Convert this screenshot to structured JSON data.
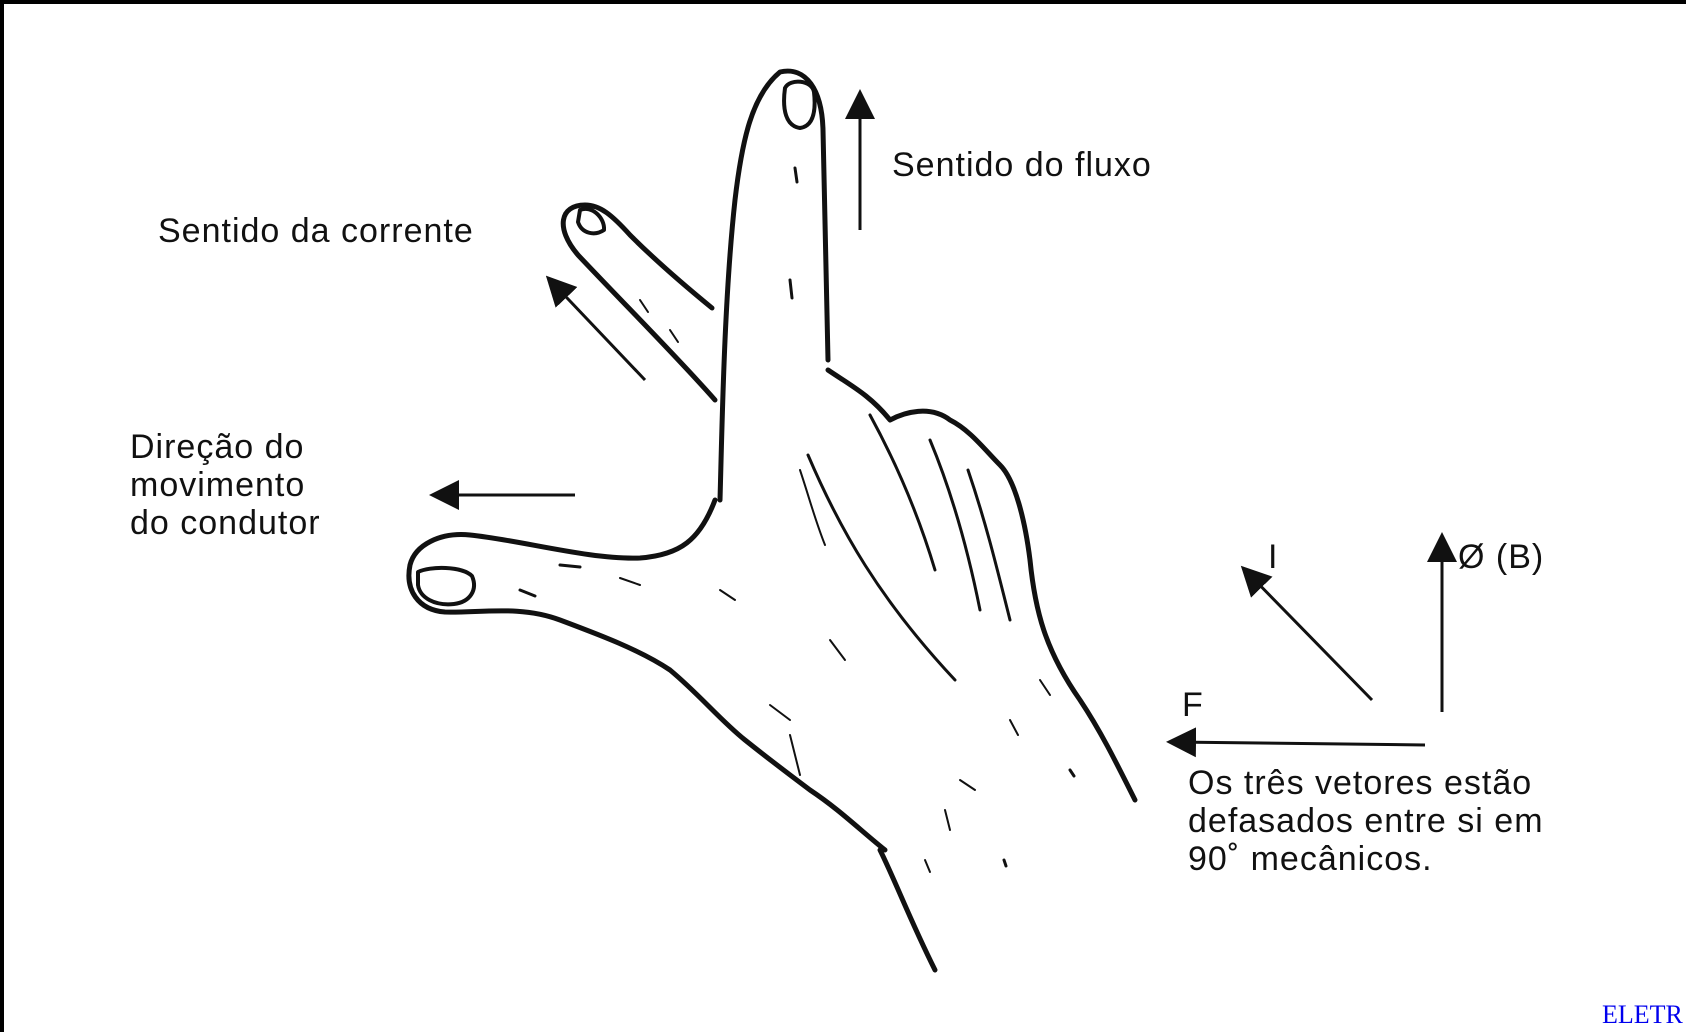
{
  "labels": {
    "flux": "Sentido do fluxo",
    "current": "Sentido da corrente",
    "movement": [
      "Direção do",
      "movimento",
      "do condutor"
    ],
    "vector_i": "I",
    "vector_b": "Ø (B)",
    "vector_f": "F",
    "note": [
      "Os três vetores estão",
      "defasados entre si em",
      "90˚ mecânicos."
    ]
  },
  "footer": {
    "link_text": "ELETR"
  },
  "colors": {
    "ink": "#111111",
    "link": "#0000ee",
    "background": "#ffffff"
  }
}
